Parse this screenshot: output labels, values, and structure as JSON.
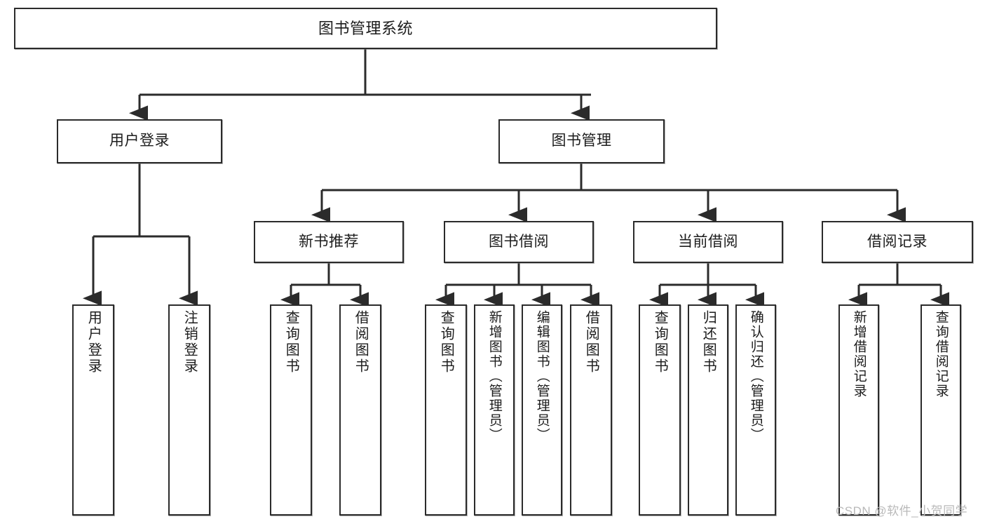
{
  "diagram": {
    "title": "图书管理系统",
    "type": "tree-hierarchy",
    "orientation": "top-down",
    "colors": {
      "node_border": "#2b2b2b",
      "node_fill": "#ffffff",
      "edge": "#2b2b2b",
      "text": "#1c1c1c",
      "watermark": "#b9b9b9",
      "background": "#ffffff"
    }
  },
  "watermark": {
    "text": "CSDN @软件_小贺同学"
  },
  "nodes": {
    "root": {
      "label": "图书管理系统"
    },
    "level2": [
      {
        "id": "user-login",
        "label": "用户登录"
      },
      {
        "id": "book-management",
        "label": "图书管理"
      }
    ],
    "level3": [
      {
        "id": "new-book-recommend",
        "label": "新书推荐"
      },
      {
        "id": "book-borrow",
        "label": "图书借阅"
      },
      {
        "id": "current-borrow",
        "label": "当前借阅"
      },
      {
        "id": "borrow-record",
        "label": "借阅记录"
      }
    ],
    "leaves": {
      "user_login": [
        {
          "id": "leaf-user-login",
          "label": "用户登录"
        },
        {
          "id": "leaf-logout",
          "label": "注销登录"
        }
      ],
      "new_book_recommend": [
        {
          "id": "leaf-query-book-1",
          "label": "查询图书"
        },
        {
          "id": "leaf-borrow-book-1",
          "label": "借阅图书"
        }
      ],
      "book_borrow": [
        {
          "id": "leaf-query-book-2",
          "label": "查询图书"
        },
        {
          "id": "leaf-add-book",
          "label": "新增图书（管理员）"
        },
        {
          "id": "leaf-edit-book",
          "label": "编辑图书（管理员）"
        },
        {
          "id": "leaf-borrow-book-2",
          "label": "借阅图书"
        }
      ],
      "current_borrow": [
        {
          "id": "leaf-query-book-3",
          "label": "查询图书"
        },
        {
          "id": "leaf-return-book",
          "label": "归还图书"
        },
        {
          "id": "leaf-confirm-return",
          "label": "确认归还（管理员）"
        }
      ],
      "borrow_record": [
        {
          "id": "leaf-add-record",
          "label": "新增借阅记录"
        },
        {
          "id": "leaf-query-record",
          "label": "查询借阅记录"
        }
      ]
    }
  },
  "edges": [
    {
      "from": "图书管理系统",
      "to": "用户登录"
    },
    {
      "from": "图书管理系统",
      "to": "图书管理"
    },
    {
      "from": "用户登录",
      "to": "用户登录"
    },
    {
      "from": "用户登录",
      "to": "注销登录"
    },
    {
      "from": "图书管理",
      "to": "新书推荐"
    },
    {
      "from": "图书管理",
      "to": "图书借阅"
    },
    {
      "from": "图书管理",
      "to": "当前借阅"
    },
    {
      "from": "图书管理",
      "to": "借阅记录"
    },
    {
      "from": "新书推荐",
      "to": "查询图书"
    },
    {
      "from": "新书推荐",
      "to": "借阅图书"
    },
    {
      "from": "图书借阅",
      "to": "查询图书"
    },
    {
      "from": "图书借阅",
      "to": "新增图书（管理员）"
    },
    {
      "from": "图书借阅",
      "to": "编辑图书（管理员）"
    },
    {
      "from": "图书借阅",
      "to": "借阅图书"
    },
    {
      "from": "当前借阅",
      "to": "查询图书"
    },
    {
      "from": "当前借阅",
      "to": "归还图书"
    },
    {
      "from": "当前借阅",
      "to": "确认归还（管理员）"
    },
    {
      "from": "借阅记录",
      "to": "新增借阅记录"
    },
    {
      "from": "借阅记录",
      "to": "查询借阅记录"
    }
  ]
}
